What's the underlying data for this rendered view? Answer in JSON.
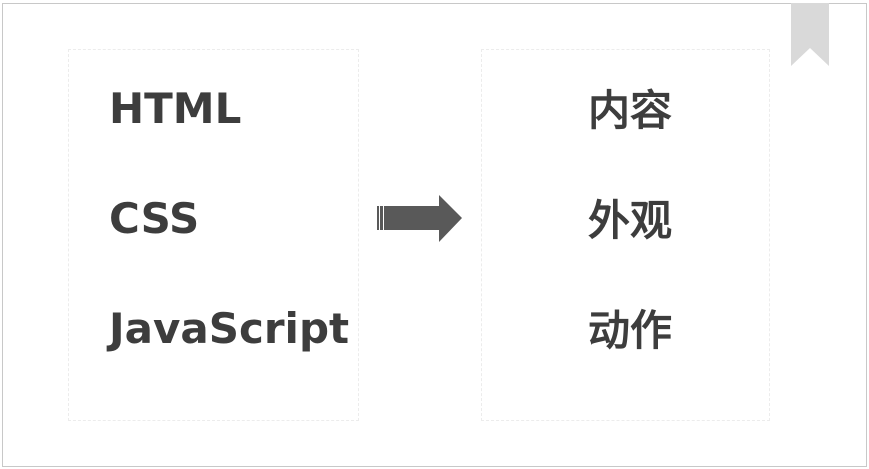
{
  "left_items": [
    "HTML",
    "CSS",
    "JavaScript"
  ],
  "right_items": [
    "内容",
    "外观",
    "动作"
  ],
  "colors": {
    "text": "#3d3d3d",
    "arrow": "#595959",
    "bookmark": "#d9d9d9"
  }
}
